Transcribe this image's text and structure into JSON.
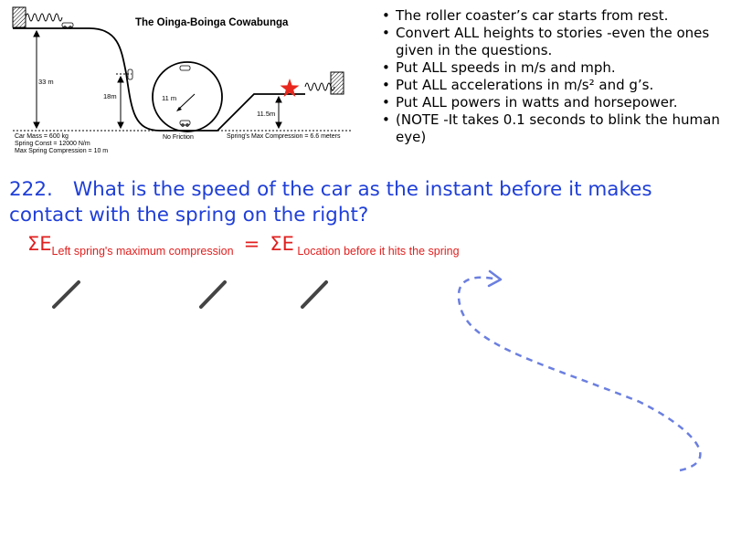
{
  "diagram": {
    "title": "The Oinga-Boinga Cowabunga",
    "height_start": "33 m",
    "height_hill": "18m",
    "loop_radius": "11 m",
    "height_right": "11.5m",
    "car_mass": "Car Mass = 600 kg",
    "spring_const": "Spring Const = 12000 N/m",
    "max_spring_comp": "Max Spring Compression = 10 m",
    "no_friction": "No Friction",
    "right_spring_comp": "Spring's Max Compression = 6.6 meters",
    "colors": {
      "star": "#e8281e",
      "hatch": "#000000"
    }
  },
  "bullets": [
    "The roller coaster’s car starts from rest.",
    "Convert ALL heights to stories -even the ones given in the questions.",
    "Put ALL speeds in m/s and mph.",
    "Put ALL accelerations in m/s² and g’s.",
    "Put ALL powers in watts and horsepower.",
    "(NOTE -It takes 0.1 seconds to blink the human eye)"
  ],
  "question": {
    "number": "222.",
    "text": "What is the speed of the car as the instant before it makes contact with the spring on the right?",
    "color": "#1f3fd8"
  },
  "equation": {
    "lhs_symbol": "ΣE",
    "lhs_sub": "Left spring's maximum compression",
    "equals": "=",
    "rhs_symbol": "ΣE",
    "rhs_sub": " Location before it hits the spring",
    "color": "#e0201f"
  },
  "annotations": {
    "slash_color": "#444444",
    "arrow_color": "#6b7fe0"
  }
}
